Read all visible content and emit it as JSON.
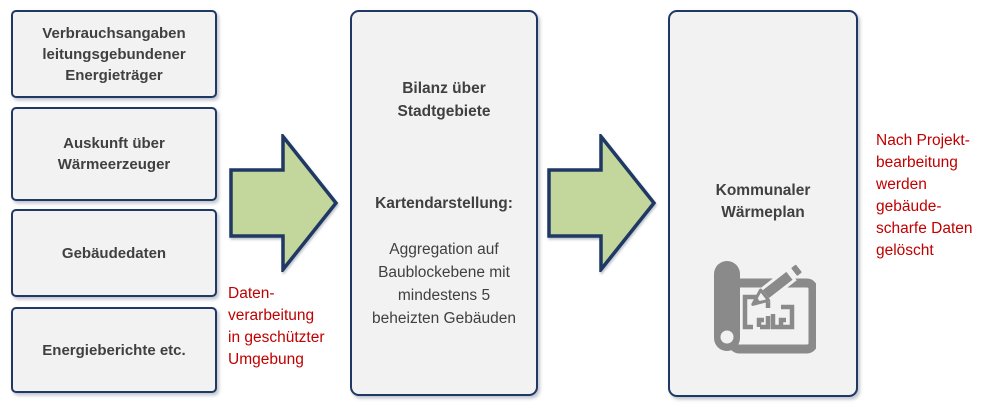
{
  "colors": {
    "box_border": "#1f3864",
    "box_fill": "#f2f2f2",
    "arrow_fill": "#c3d69b",
    "arrow_border": "#1f3864",
    "box_text": "#404040",
    "note_red": "#c00000",
    "icon_gray": "#8a8a8a"
  },
  "input_boxes": [
    {
      "label": "Verbrauchsangaben\nleitungsgebundener\nEnergieträger"
    },
    {
      "label": "Auskunft über\nWärmeerzeuger"
    },
    {
      "label": "Gebäudedaten"
    },
    {
      "label": "Energieberichte etc."
    }
  ],
  "center_box": {
    "title": "Bilanz über\nStadtgebiete",
    "subtitle": "Kartendarstellung:",
    "body": "Aggregation auf\nBaublockebene mit\nmindestens 5\nbeheizten Gebäuden"
  },
  "right_box": {
    "title": "Kommunaler\nWärmeplan",
    "icon": "heat-plan-blueprint-pencil-icon"
  },
  "notes": {
    "processing": "Daten-\nverarbeitung\nin geschützter\nUmgebung",
    "deletion": "Nach Projekt-\nbearbeitung\nwerden\ngebäude-\nscharfe Daten\ngelöscht"
  }
}
